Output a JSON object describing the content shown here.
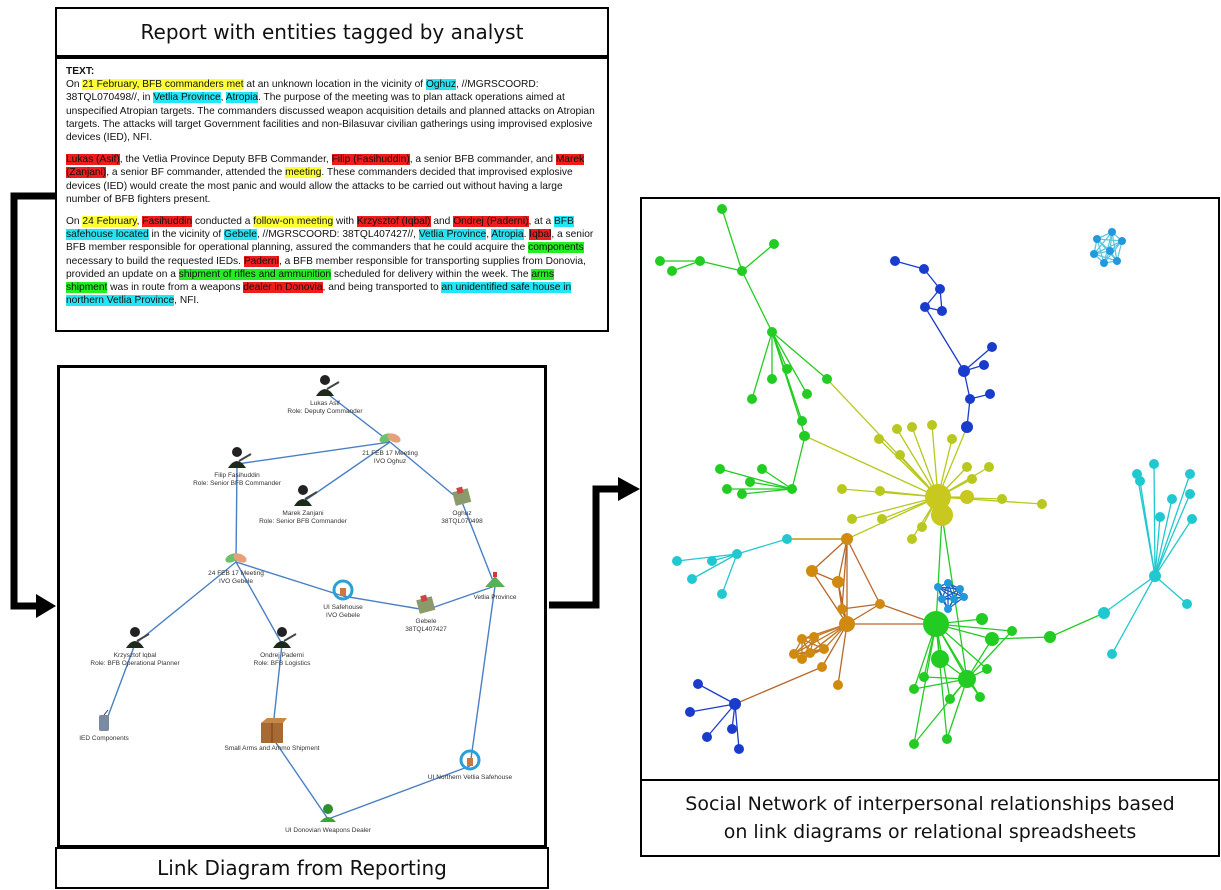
{
  "report": {
    "title": "Report with entities tagged by analyst",
    "text_label": "TEXT:",
    "paragraphs": [
      [
        {
          "t": "On "
        },
        {
          "t": "21 February, BFB commanders met",
          "h": "y"
        },
        {
          "t": " at an unknown location in the vicinity of "
        },
        {
          "t": "Oghuz",
          "h": "c"
        },
        {
          "t": ", //MGRSCOORD: 38TQL070498//, in "
        },
        {
          "t": "Vetlia Province",
          "h": "c"
        },
        {
          "t": ", "
        },
        {
          "t": "Atropia",
          "h": "c"
        },
        {
          "t": ". The purpose of the meeting was to plan attack operations aimed at unspecified Atropian targets. The commanders discussed weapon acquisition details and planned attacks on Atropian targets. The attacks will target Government facilities and non-Bilasuvar civilian gatherings using improvised explosive devices (IED), NFI."
        }
      ],
      [
        {
          "t": "Lukas (Asif)",
          "h": "r"
        },
        {
          "t": ", the Vetlia Province Deputy BFB Commander, "
        },
        {
          "t": "Filip (Fasihuddin)",
          "h": "r"
        },
        {
          "t": ", a senior BFB commander, and "
        },
        {
          "t": "Marek (Zanjani)",
          "h": "r"
        },
        {
          "t": ", a senior BF commander, attended the "
        },
        {
          "t": "meeting",
          "h": "y"
        },
        {
          "t": ". These commanders decided that improvised explosive devices (IED) would create the most panic and would allow the attacks to be carried out without having a large number of BFB fighters present."
        }
      ],
      [
        {
          "t": "On "
        },
        {
          "t": "24 February",
          "h": "y"
        },
        {
          "t": ", "
        },
        {
          "t": "Fasihuddin",
          "h": "r"
        },
        {
          "t": " conducted a "
        },
        {
          "t": "follow-on meeting",
          "h": "y"
        },
        {
          "t": " with "
        },
        {
          "t": "Krzysztof (Iqbal)",
          "h": "r"
        },
        {
          "t": " and "
        },
        {
          "t": "Ondrej (Paderni)",
          "h": "r"
        },
        {
          "t": ", at a "
        },
        {
          "t": "BFB safehouse located",
          "h": "c"
        },
        {
          "t": " in the vicinity of "
        },
        {
          "t": "Gebele",
          "h": "c"
        },
        {
          "t": ", //MGRSCOORD: 38TQL407427//, "
        },
        {
          "t": "Vetlia Province",
          "h": "c"
        },
        {
          "t": ", "
        },
        {
          "t": "Atropia",
          "h": "c"
        },
        {
          "t": ". "
        },
        {
          "t": "Iqbal",
          "h": "r"
        },
        {
          "t": ", a senior BFB member responsible for operational planning, assured the commanders that he could acquire the "
        },
        {
          "t": "components",
          "h": "g"
        },
        {
          "t": " necessary to build the requested IEDs. "
        },
        {
          "t": "Paderni",
          "h": "r"
        },
        {
          "t": ", a BFB member responsible for transporting supplies from Donovia, provided an update on a "
        },
        {
          "t": "shipment of rifles and ammunition",
          "h": "g"
        },
        {
          "t": " scheduled for delivery within the week. The "
        },
        {
          "t": "arms shipment",
          "h": "g"
        },
        {
          "t": " was in route from a weapons "
        },
        {
          "t": "dealer in Donovia",
          "h": "r"
        },
        {
          "t": ", and being transported to "
        },
        {
          "t": "an unidentified safe house in northern Vetlia Province",
          "h": "c"
        },
        {
          "t": ", NFI."
        }
      ]
    ]
  },
  "link_diagram": {
    "caption": "Link Diagram from Reporting",
    "nodes": [
      {
        "id": "lukas",
        "icon": "person-icon",
        "name": "Lukas Asif",
        "sub": "Role: Deputy Commander"
      },
      {
        "id": "filip",
        "icon": "person-icon",
        "name": "Filip Fasihuddin",
        "sub": "Role: Senior BFB Commander"
      },
      {
        "id": "meet21",
        "icon": "meeting-icon",
        "name": "21 FEB 17 Meeting",
        "sub": "IVO Oghuz"
      },
      {
        "id": "marek",
        "icon": "person-icon",
        "name": "Marek Zanjani",
        "sub": "Role: Senior BFB Commander"
      },
      {
        "id": "oghuz",
        "icon": "location-icon",
        "name": "Oghuz",
        "sub": "38TQL070498"
      },
      {
        "id": "meet24",
        "icon": "meeting-icon",
        "name": "24 FEB 17 Meeting",
        "sub": "IVO Gebele"
      },
      {
        "id": "safehouse",
        "icon": "safehouse-icon",
        "name": "UI Safehouse",
        "sub": "IVO Gebele"
      },
      {
        "id": "gebele",
        "icon": "location-icon",
        "name": "Gebele",
        "sub": "38TQL407427"
      },
      {
        "id": "vetlia",
        "icon": "map-icon",
        "name": "Vetlia Province",
        "sub": ""
      },
      {
        "id": "krzysztof",
        "icon": "person-icon",
        "name": "Krzysztof Iqbal",
        "sub": "Role: BFB Operational Planner"
      },
      {
        "id": "ondrej",
        "icon": "person-icon",
        "name": "Ondrej Paderni",
        "sub": "Role: BFB Logistics"
      },
      {
        "id": "ied",
        "icon": "ied-icon",
        "name": "IED Components",
        "sub": ""
      },
      {
        "id": "shipment",
        "icon": "box-icon",
        "name": "Small Arms and Ammo Shipment",
        "sub": ""
      },
      {
        "id": "northsafe",
        "icon": "safehouse-icon",
        "name": "UI Northern Vetlia Safehouse",
        "sub": ""
      },
      {
        "id": "dealer",
        "icon": "dealer-icon",
        "name": "UI Donovian Weapons Dealer",
        "sub": ""
      }
    ],
    "edges": [
      [
        "lukas",
        "meet21"
      ],
      [
        "filip",
        "meet21"
      ],
      [
        "marek",
        "meet21"
      ],
      [
        "meet21",
        "oghuz"
      ],
      [
        "filip",
        "meet24"
      ],
      [
        "oghuz",
        "vetlia"
      ],
      [
        "meet24",
        "safehouse"
      ],
      [
        "safehouse",
        "gebele"
      ],
      [
        "gebele",
        "vetlia"
      ],
      [
        "meet24",
        "krzysztof"
      ],
      [
        "meet24",
        "ondrej"
      ],
      [
        "krzysztof",
        "ied"
      ],
      [
        "ondrej",
        "shipment"
      ],
      [
        "vetlia",
        "northsafe"
      ],
      [
        "shipment",
        "dealer"
      ],
      [
        "northsafe",
        "dealer"
      ]
    ]
  },
  "network": {
    "caption_line1": "Social Network of interpersonal relationships based",
    "caption_line2": "on link diagrams or relational spreadsheets",
    "colors": {
      "green": "#22cc22",
      "yellow_green": "#b8c81e",
      "olive": "#c8c81e",
      "orange": "#d08a10",
      "blue": "#1a3ccc",
      "cyan": "#22c8d0",
      "light_blue": "#2299dd"
    }
  }
}
